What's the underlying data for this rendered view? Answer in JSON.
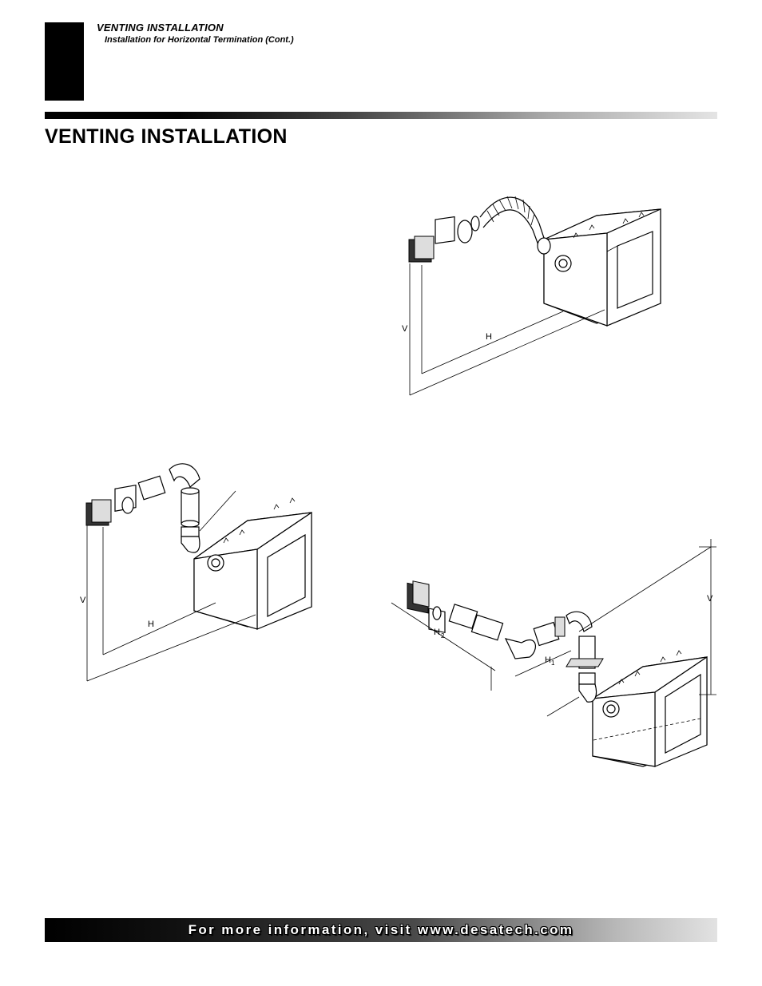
{
  "header": {
    "section": "VENTING INSTALLATION",
    "subsection": "Installation for Horizontal Termination (Cont.)"
  },
  "title": "VENTING INSTALLATION",
  "figures": [
    {
      "id": "fig-top-right",
      "dims": {
        "v": "V",
        "h": "H"
      }
    },
    {
      "id": "fig-bottom-left",
      "dims": {
        "v": "V",
        "h": "H"
      }
    },
    {
      "id": "fig-bottom-right",
      "dims": {
        "v": "V",
        "h1": "H",
        "h1_sub": "1",
        "h2": "H",
        "h2_sub": "2"
      }
    }
  ],
  "footer": {
    "text": "For more information, visit www.desatech.com"
  }
}
